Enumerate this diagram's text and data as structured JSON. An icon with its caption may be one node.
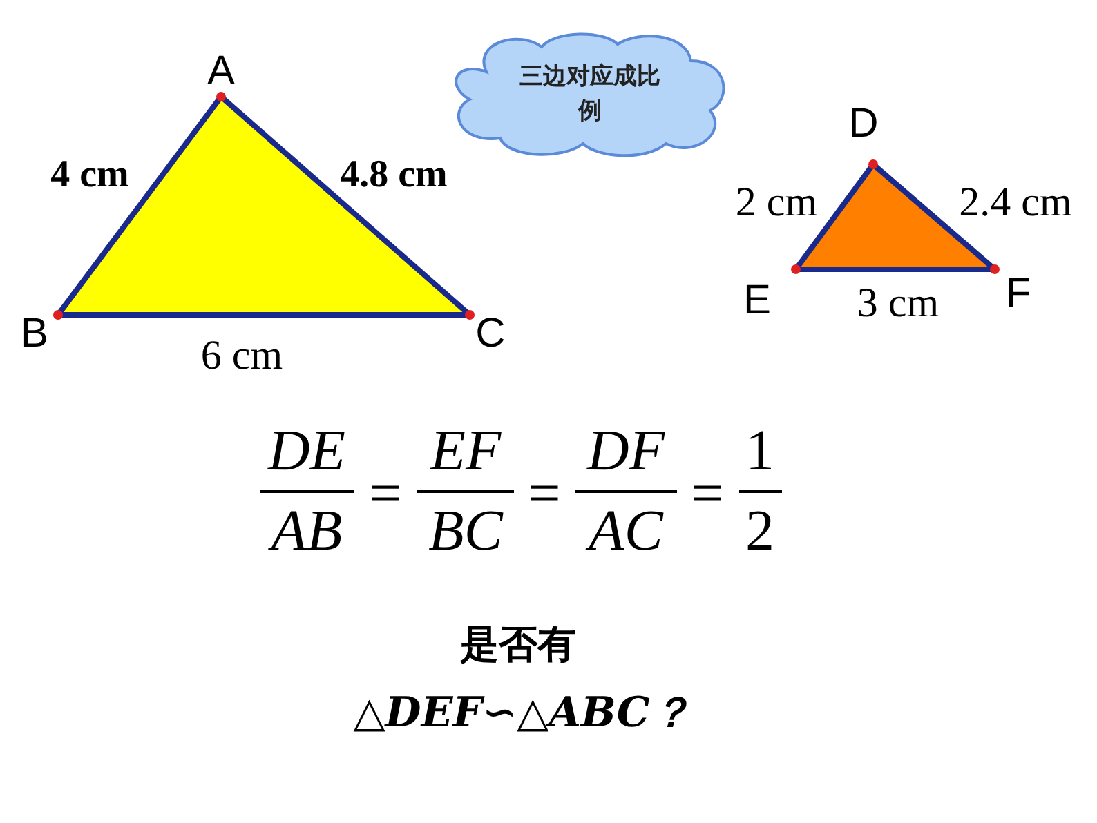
{
  "diagram": {
    "nodes": [
      {
        "text": [
          "三边对应成比例"
        ]
      }
    ],
    "edges": [],
    "labels": [
      "A",
      "4 cm",
      "4.8 cm",
      "B",
      "6 cm",
      "C",
      "D",
      "2 cm",
      "2.4 cm",
      "E",
      "3 cm",
      "F",
      "DE",
      "AB",
      "=",
      "EF",
      "BC",
      "=",
      "DF",
      "AC",
      "=",
      "1",
      "2",
      "是否有",
      "△DEF∽△ABC？"
    ]
  }
}
